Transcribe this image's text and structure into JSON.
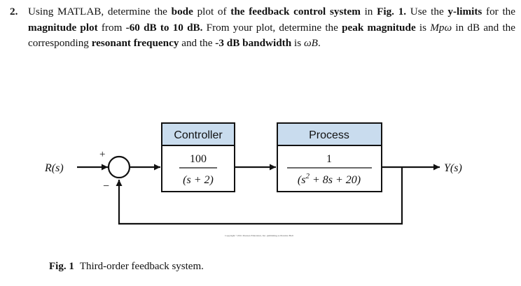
{
  "question": {
    "number": "2.",
    "text_1": "Using MATLAB, determine the ",
    "bold_1": "bode",
    "text_2": " plot of ",
    "bold_2": "the feedback control system",
    "text_3": " in ",
    "bold_3": "Fig. 1.",
    "text_4": " Use the ",
    "bold_4": "y-limits",
    "text_5": " for the ",
    "bold_5": "magnitude plot",
    "text_6": " from ",
    "bold_6": "-60 dB to 10 dB.",
    "text_7": " From your plot, determine the ",
    "bold_7": "peak magnitude",
    "text_8": " is ",
    "mpw": "Mpω",
    "text_9": " in dB and the corresponding ",
    "bold_8": "resonant frequency",
    "text_10": " and  the ",
    "bold_9": "-3 dB bandwidth",
    "text_11": " is ",
    "wb": "ωB",
    "text_12": "."
  },
  "diagram": {
    "input_label": "R(s)",
    "output_label": "Y(s)",
    "plus_sign": "+",
    "minus_sign": "−",
    "controller": {
      "title": "Controller",
      "numerator": "100",
      "denominator": "(s + 2)"
    },
    "process": {
      "title": "Process",
      "numerator": "1",
      "denominator_main": "(s",
      "denominator_exp": "2",
      "denominator_rest": " + 8s + 20)"
    },
    "copyright": "Copyright ©2011 Pearson Education, Inc. publishing as Prentice Hall",
    "colors": {
      "block_header": "#c9dcee",
      "line": "#111111"
    }
  },
  "caption": {
    "label": "Fig. 1",
    "text": "Third-order feedback system."
  }
}
